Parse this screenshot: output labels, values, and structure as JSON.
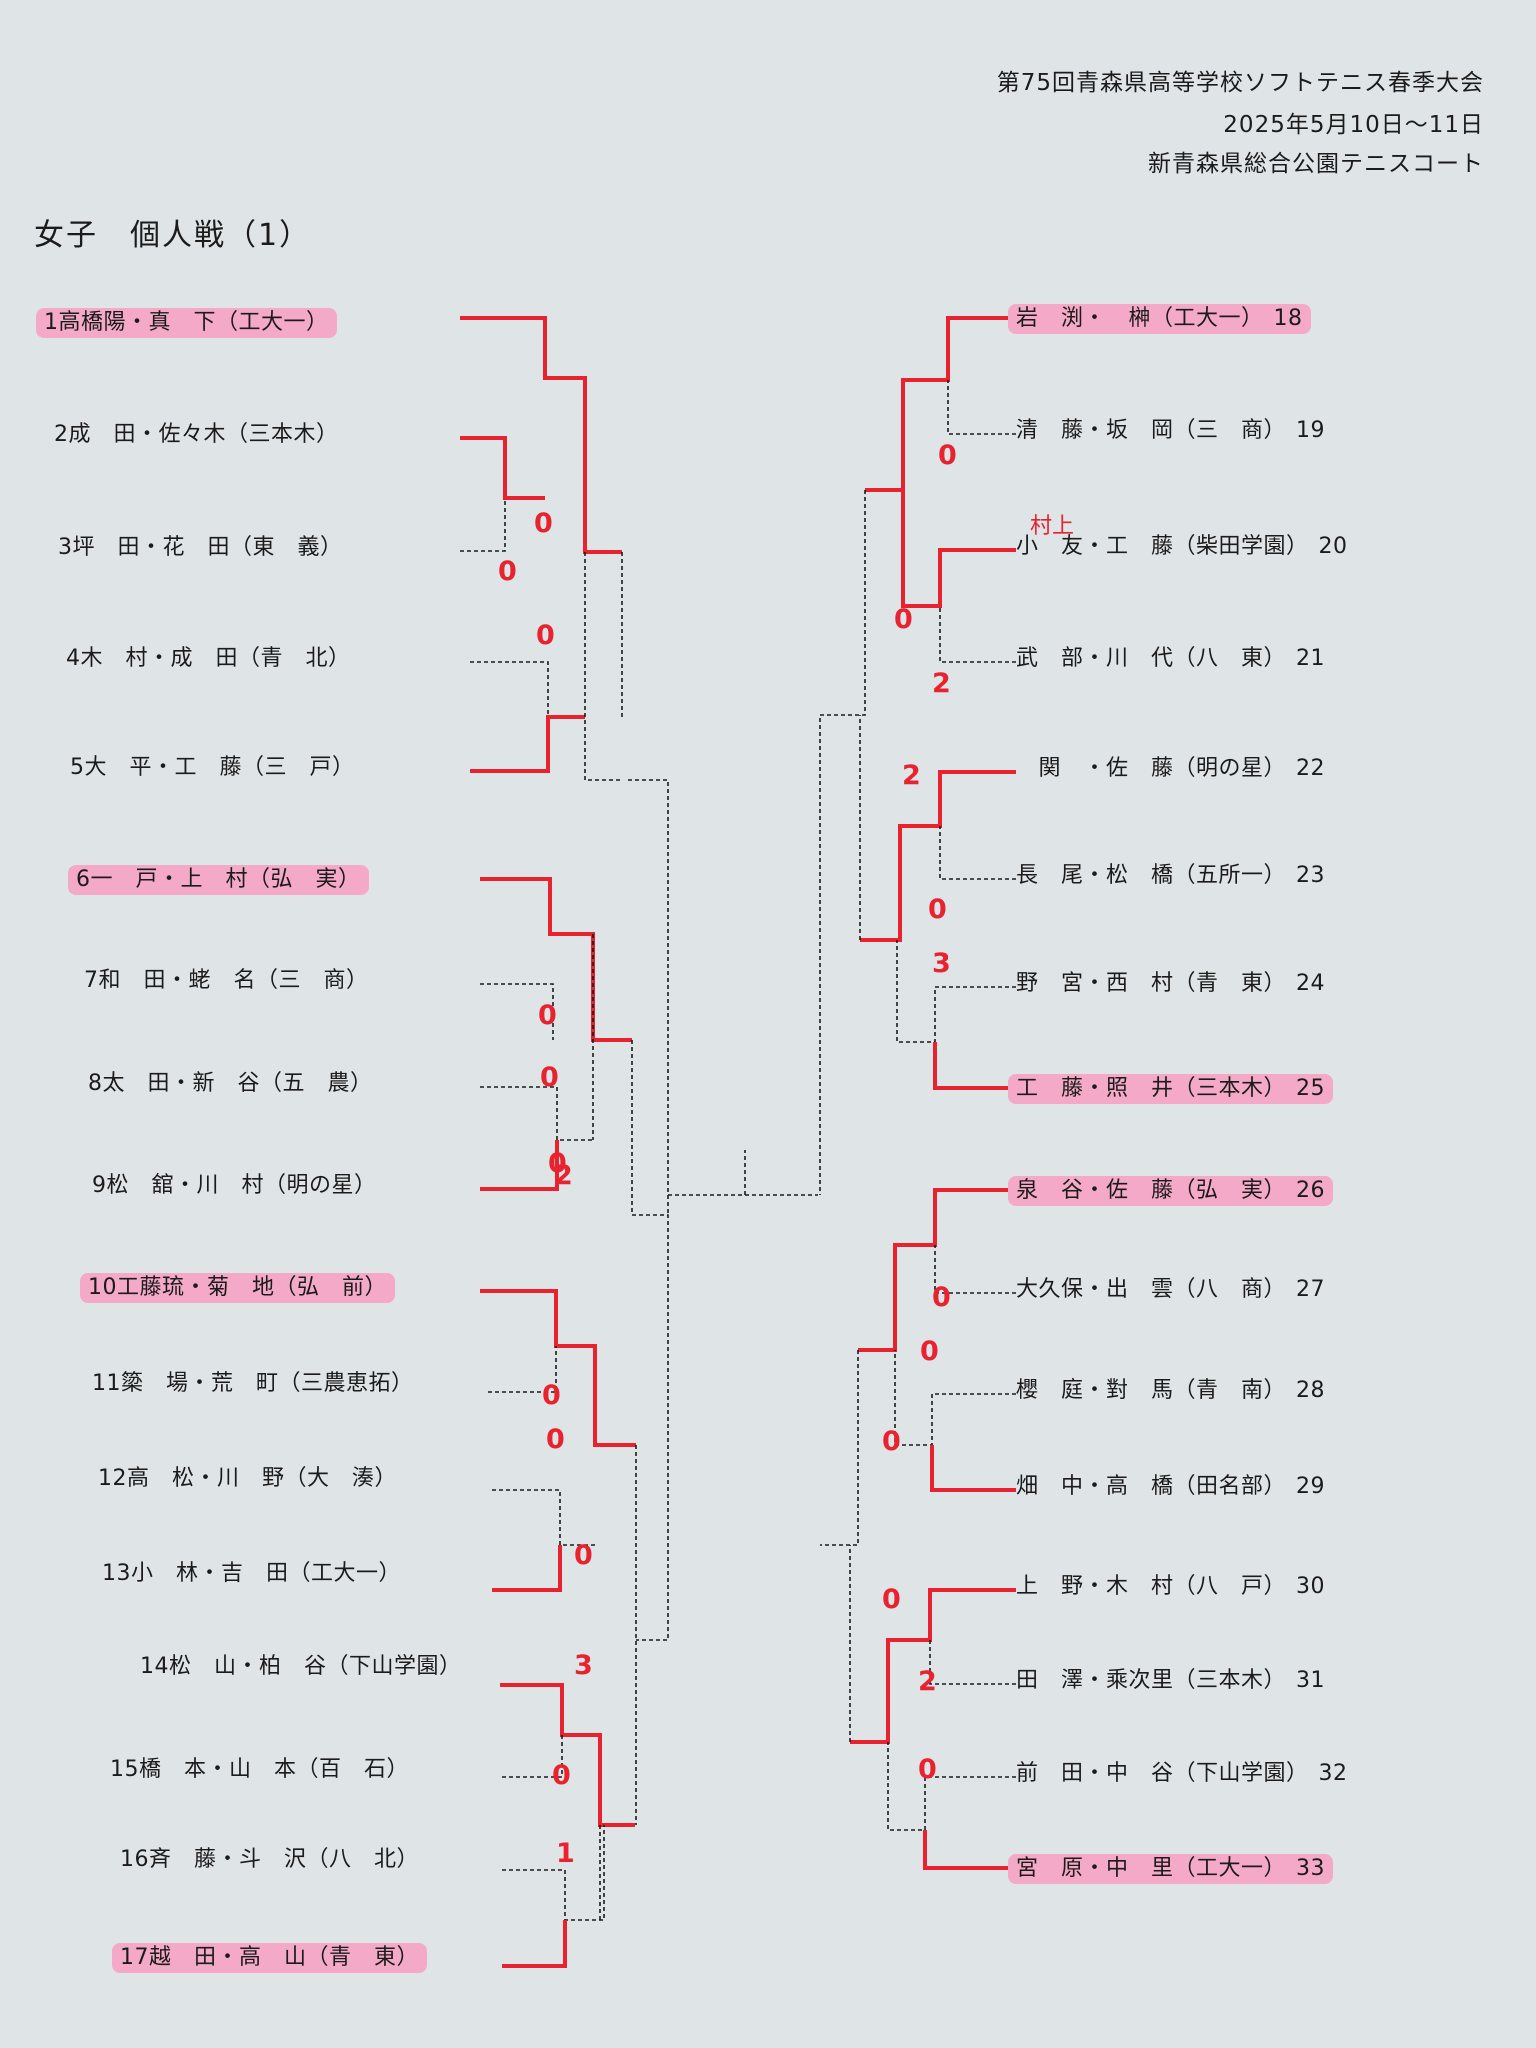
{
  "header": {
    "tournament": "第75回青森県高等学校ソフトテニス春季大会",
    "dates": "2025年5月10日～11日",
    "venue": "新青森県総合公園テニスコート"
  },
  "section": {
    "category": "女子",
    "event": "個人戦（1）"
  },
  "left_entries": [
    {
      "no": "1",
      "names": "高橋陽・真　下",
      "school": "（工大一）",
      "highlight": true
    },
    {
      "no": "2",
      "names": "成　田・佐々木",
      "school": "（三本木）",
      "highlight": false
    },
    {
      "no": "3",
      "names": "坪　田・花　田",
      "school": "（東　義）",
      "highlight": false
    },
    {
      "no": "4",
      "names": "木　村・成　田",
      "school": "（青　北）",
      "highlight": false
    },
    {
      "no": "5",
      "names": "大　平・工　藤",
      "school": "（三　戸）",
      "highlight": false
    },
    {
      "no": "6",
      "names": "一　戸・上　村",
      "school": "（弘　実）",
      "highlight": true
    },
    {
      "no": "7",
      "names": "和　田・蛯　名",
      "school": "（三　商）",
      "highlight": false
    },
    {
      "no": "8",
      "names": "太　田・新　谷",
      "school": "（五　農）",
      "highlight": false
    },
    {
      "no": "9",
      "names": "松　舘・川　村",
      "school": "（明の星）",
      "highlight": false
    },
    {
      "no": "10",
      "names": "工藤琉・菊　地",
      "school": "（弘　前）",
      "highlight": true
    },
    {
      "no": "11",
      "names": "簗　場・荒　町",
      "school": "（三農恵拓）",
      "highlight": false
    },
    {
      "no": "12",
      "names": "高　松・川　野",
      "school": "（大　湊）",
      "highlight": false
    },
    {
      "no": "13",
      "names": "小　林・吉　田",
      "school": "（工大一）",
      "highlight": false
    },
    {
      "no": "14",
      "names": "松　山・柏　谷",
      "school": "（下山学園）",
      "highlight": false
    },
    {
      "no": "15",
      "names": "橋　本・山　本",
      "school": "（百　石）",
      "highlight": false
    },
    {
      "no": "16",
      "names": "斉　藤・斗　沢",
      "school": "（八　北）",
      "highlight": false
    },
    {
      "no": "17",
      "names": "越　田・高　山",
      "school": "（青　東）",
      "highlight": true
    }
  ],
  "right_entries": [
    {
      "no": "18",
      "names": "岩　渕・　榊",
      "school": "（工大一）",
      "highlight": true
    },
    {
      "no": "19",
      "names": "清　藤・坂　岡",
      "school": "（三　商）",
      "highlight": false
    },
    {
      "no": "20",
      "names": "小　友・工　藤",
      "school": "（柴田学園）",
      "highlight": false
    },
    {
      "no": "21",
      "names": "武　部・川　代",
      "school": "（八　東）",
      "highlight": false
    },
    {
      "no": "22",
      "names": "　関　・佐　藤",
      "school": "（明の星）",
      "highlight": false
    },
    {
      "no": "23",
      "names": "長　尾・松　橋",
      "school": "（五所一）",
      "highlight": false
    },
    {
      "no": "24",
      "names": "野　宮・西　村",
      "school": "（青　東）",
      "highlight": false
    },
    {
      "no": "25",
      "names": "工　藤・照　井",
      "school": "（三本木）",
      "highlight": true
    },
    {
      "no": "26",
      "names": "泉　谷・佐　藤",
      "school": "（弘　実）",
      "highlight": true
    },
    {
      "no": "27",
      "names": "大久保・出　雲",
      "school": "（八　商）",
      "highlight": false
    },
    {
      "no": "28",
      "names": "櫻　庭・對　馬",
      "school": "（青　南）",
      "highlight": false
    },
    {
      "no": "29",
      "names": "畑　中・高　橋",
      "school": "（田名部）",
      "highlight": false
    },
    {
      "no": "30",
      "names": "上　野・木　村",
      "school": "（八　戸）",
      "highlight": false
    },
    {
      "no": "31",
      "names": "田　澤・乘次里",
      "school": "（三本木）",
      "highlight": false
    },
    {
      "no": "32",
      "names": "前　田・中　谷",
      "school": "（下山学園）",
      "highlight": false
    },
    {
      "no": "33",
      "names": "宮　原・中　里",
      "school": "（工大一）",
      "highlight": true
    }
  ],
  "handwritten": {
    "correction": "村上",
    "scores": [
      "0",
      "0",
      "0",
      "0",
      "0",
      "0",
      "2",
      "0",
      "0",
      "0",
      "3",
      "0",
      "1",
      "0",
      "0",
      "2",
      "2",
      "0",
      "3",
      "0",
      "0",
      "0",
      "0",
      "2",
      "0"
    ]
  },
  "colors": {
    "ink": "#1b1b1b",
    "highlighter": "#f5a9c8",
    "pen": "#e8232f",
    "paper": "#dfe5e6"
  }
}
